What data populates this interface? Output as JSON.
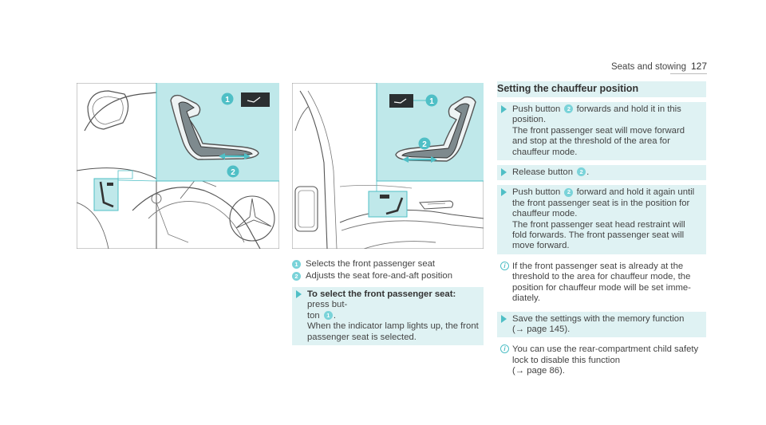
{
  "header": {
    "section": "Seats and stowing",
    "page_number": "127"
  },
  "badges": {
    "one": "1",
    "two": "2"
  },
  "legend": [
    {
      "badge": "1",
      "text": "Selects the front passenger seat"
    },
    {
      "badge": "2",
      "text": "Adjusts the seat fore-and-aft position"
    }
  ],
  "select_step": {
    "lead": "To select the front passenger seat:",
    "text_a": " press but-",
    "text_b": "ton ",
    "text_c": ".",
    "text_d": "When the indicator lamp lights up, the front passenger seat is selected."
  },
  "chauffeur": {
    "title": "Setting the chauffeur position",
    "step1": {
      "a": "Push button ",
      "b": " forwards and hold it in this position.",
      "c": "The front passenger seat will move forward and stop at the threshold of the area for chauffeur mode."
    },
    "step2": {
      "a": "Release button ",
      "b": "."
    },
    "step3": {
      "a": "Push button ",
      "b": " forward and hold it again until the front passenger seat is in the position for chauffeur mode.",
      "c": "The front passenger seat head restraint will fold forwards. The front passenger seat will move forward."
    },
    "note1": "If the front passenger seat is already at the threshold to the area for chauffeur mode, the position for chauffeur mode will be set imme-diately.",
    "step4": {
      "a": "Save the settings with the memory function",
      "b": "(→ page 145)."
    },
    "note2": {
      "a": "You can use the rear-compartment child safety lock to disable this function",
      "b": "(→ page 86)."
    }
  },
  "colors": {
    "accent": "#4fbfc6",
    "highlight": "#bfe8ea",
    "step_bg": "#dff2f3"
  }
}
